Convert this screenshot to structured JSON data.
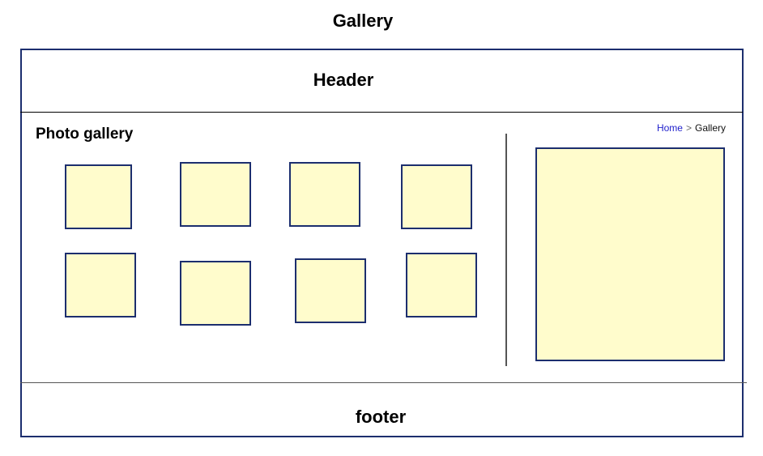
{
  "page": {
    "title": "Gallery"
  },
  "header": {
    "label": "Header"
  },
  "main": {
    "section_title": "Photo gallery",
    "breadcrumb": {
      "home": "Home",
      "separator": ">",
      "current": "Gallery"
    },
    "thumbnail_count": 8
  },
  "footer": {
    "label": "footer"
  },
  "colors": {
    "placeholder_fill": "#fffccc",
    "border": "#1c2e6e",
    "link": "#2222cc"
  }
}
